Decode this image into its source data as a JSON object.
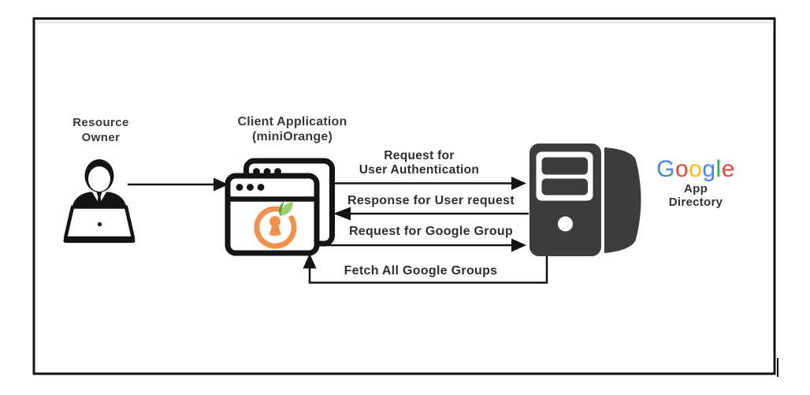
{
  "diagram": {
    "type": "flow-diagram",
    "nodes": {
      "resource_owner": {
        "icon": "person-at-laptop-icon",
        "line1": "Resource",
        "line2": "Owner"
      },
      "client_app": {
        "icon": "browser-windows-icon",
        "logo_icon": "miniorange-lock-logo",
        "line1": "Client Application",
        "line2": "(miniOrange)"
      },
      "google_directory": {
        "icon": "server-icon",
        "brand": "Google",
        "letters": [
          {
            "ch": "G",
            "color": "#4285F4"
          },
          {
            "ch": "o",
            "color": "#EA4335"
          },
          {
            "ch": "o",
            "color": "#FBBC05"
          },
          {
            "ch": "g",
            "color": "#4285F4"
          },
          {
            "ch": "l",
            "color": "#34A853"
          },
          {
            "ch": "e",
            "color": "#EA4335"
          }
        ],
        "line1": "App",
        "line2": "Directory"
      }
    },
    "flows": [
      {
        "id": "owner-to-client",
        "from": "resource_owner",
        "to": "client_app",
        "label": ""
      },
      {
        "id": "request-user-authentication",
        "from": "client_app",
        "to": "google_directory",
        "line1": "Request for",
        "line2": "User Authentication"
      },
      {
        "id": "response-user-request",
        "from": "google_directory",
        "to": "client_app",
        "label": "Response for User request"
      },
      {
        "id": "request-google-group",
        "from": "client_app",
        "to": "google_directory",
        "label": "Request for Google Group"
      },
      {
        "id": "fetch-all-google-groups",
        "from": "google_directory",
        "to": "client_app",
        "label": "Fetch All Google Groups"
      }
    ],
    "colors": {
      "line_black": "#141414",
      "accent_orange": "#F0914E",
      "leaf_green_light": "#9BD16B",
      "leaf_green_dark": "#55A22F",
      "server_gray": "#3D3D3D",
      "frame_strip_gray": "#EBEBEB",
      "google_blue": "#4285F4",
      "google_red": "#EA4335",
      "google_yellow": "#FBBC05",
      "google_green": "#34A853"
    }
  }
}
